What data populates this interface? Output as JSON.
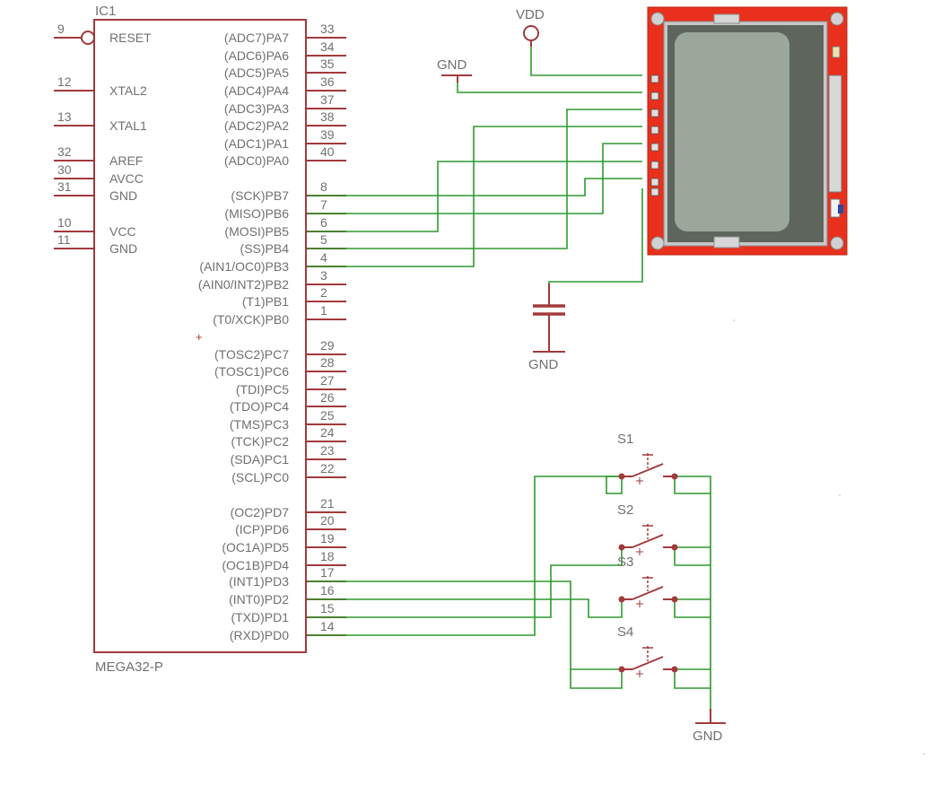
{
  "colors": {
    "outline": "#a23a3c",
    "wire": "#2e9a2e",
    "text": "#707070",
    "board_red": "#e8301c",
    "lcd_green": "#9aa79a"
  },
  "ic": {
    "name": "IC1",
    "part": "MEGA32-P",
    "left_pins": [
      {
        "num": "9",
        "label": "RESET"
      },
      {
        "num": "12",
        "label": "XTAL2"
      },
      {
        "num": "13",
        "label": "XTAL1"
      },
      {
        "num": "32",
        "label": "AREF"
      },
      {
        "num": "30",
        "label": "AVCC"
      },
      {
        "num": "31",
        "label": "GND"
      },
      {
        "num": "10",
        "label": "VCC"
      },
      {
        "num": "11",
        "label": "GND"
      }
    ],
    "right_pins": [
      {
        "num": "33",
        "label": "(ADC7)PA7"
      },
      {
        "num": "34",
        "label": "(ADC6)PA6"
      },
      {
        "num": "35",
        "label": "(ADC5)PA5"
      },
      {
        "num": "36",
        "label": "(ADC4)PA4"
      },
      {
        "num": "37",
        "label": "(ADC3)PA3"
      },
      {
        "num": "38",
        "label": "(ADC2)PA2"
      },
      {
        "num": "39",
        "label": "(ADC1)PA1"
      },
      {
        "num": "40",
        "label": "(ADC0)PA0"
      },
      {
        "num": "8",
        "label": "(SCK)PB7"
      },
      {
        "num": "7",
        "label": "(MISO)PB6"
      },
      {
        "num": "6",
        "label": "(MOSI)PB5"
      },
      {
        "num": "5",
        "label": "(SS)PB4"
      },
      {
        "num": "4",
        "label": "(AIN1/OC0)PB3"
      },
      {
        "num": "3",
        "label": "(AIN0/INT2)PB2"
      },
      {
        "num": "2",
        "label": "(T1)PB1"
      },
      {
        "num": "1",
        "label": "(T0/XCK)PB0"
      },
      {
        "num": "29",
        "label": "(TOSC2)PC7"
      },
      {
        "num": "28",
        "label": "(TOSC1)PC6"
      },
      {
        "num": "27",
        "label": "(TDI)PC5"
      },
      {
        "num": "26",
        "label": "(TDO)PC4"
      },
      {
        "num": "25",
        "label": "(TMS)PC3"
      },
      {
        "num": "24",
        "label": "(TCK)PC2"
      },
      {
        "num": "23",
        "label": "(SDA)PC1"
      },
      {
        "num": "22",
        "label": "(SCL)PC0"
      },
      {
        "num": "21",
        "label": "(OC2)PD7"
      },
      {
        "num": "20",
        "label": "(ICP)PD6"
      },
      {
        "num": "19",
        "label": "(OC1A)PD5"
      },
      {
        "num": "18",
        "label": "(OC1B)PD4"
      },
      {
        "num": "17",
        "label": "(INT1)PD3"
      },
      {
        "num": "16",
        "label": "(INT0)PD2"
      },
      {
        "num": "15",
        "label": "(TXD)PD1"
      },
      {
        "num": "14",
        "label": "(RXD)PD0"
      }
    ]
  },
  "power": {
    "vdd": "VDD",
    "gnd_lcd": "GND",
    "gnd_cap": "GND",
    "gnd_switch": "GND"
  },
  "switches": [
    "S1",
    "S2",
    "S3",
    "S4"
  ]
}
